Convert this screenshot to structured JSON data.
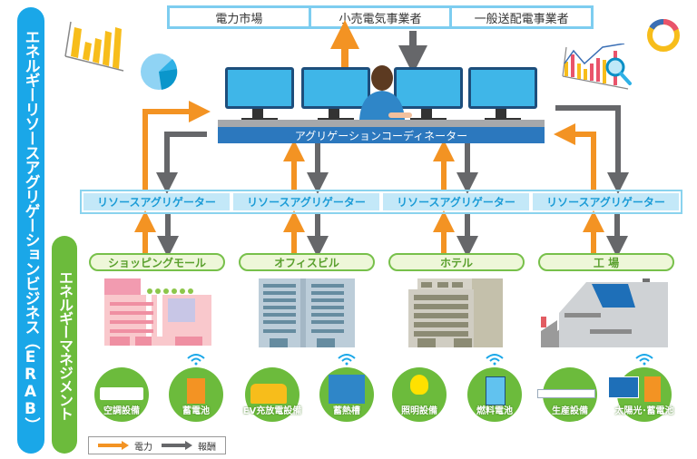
{
  "side_labels": {
    "erab": "エネルギーリソースアグリゲーションビジネス（ERAB）",
    "energy_management": "エネルギーマネジメント"
  },
  "market": {
    "cells": [
      "電力市場",
      "小売電気事業者",
      "一般送配電事業者"
    ]
  },
  "coordinator": {
    "label": "アグリゲーションコーディネーター"
  },
  "aggregators": [
    "リソースアグリゲーター",
    "リソースアグリゲーター",
    "リソースアグリゲーター",
    "リソースアグリゲーター"
  ],
  "facilities": [
    "ショッピングモール",
    "オフィスビル",
    "ホテル",
    "工 場"
  ],
  "devices": [
    {
      "label": "空調設備",
      "icon": "air-conditioner-icon",
      "wifi": false
    },
    {
      "label": "蓄電池",
      "icon": "storage-battery-icon",
      "wifi": true
    },
    {
      "label": "EV充放電設備",
      "icon": "ev-charger-icon",
      "wifi": false
    },
    {
      "label": "蓄熱槽",
      "icon": "heat-storage-tank-icon",
      "wifi": true
    },
    {
      "label": "照明設備",
      "icon": "light-bulb-icon",
      "wifi": false
    },
    {
      "label": "燃料電池",
      "icon": "fuel-cell-icon",
      "wifi": true
    },
    {
      "label": "生産設備",
      "icon": "production-equipment-icon",
      "wifi": false
    },
    {
      "label": "太陽光･蓄電池",
      "icon": "solar-battery-icon",
      "wifi": true
    }
  ],
  "legend": {
    "power": "電力",
    "reward": "報酬"
  },
  "colors": {
    "power_arrow": "#f39323",
    "reward_arrow": "#66676a",
    "erab_blue": "#1aa7e8",
    "em_green": "#6cbb3c",
    "coordinator_blue": "#2c78be"
  }
}
